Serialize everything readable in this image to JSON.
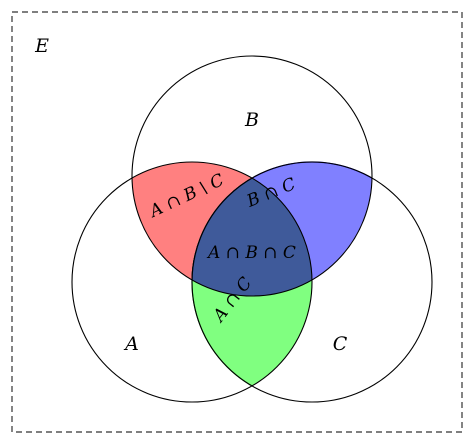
{
  "universe_label": "E",
  "sets": {
    "a": {
      "label": "A"
    },
    "b": {
      "label": "B"
    },
    "c": {
      "label": "C"
    }
  },
  "regions": {
    "ab_minus_c": {
      "label": "A ∩ B \\ C",
      "color": "#ff8080"
    },
    "b_and_c": {
      "label": "B ∩ C",
      "color": "#8080ff"
    },
    "a_and_c": {
      "label": "A ∩ C",
      "color": "#80ff80"
    },
    "a_b_c": {
      "label": "A ∩ B ∩ C",
      "color": "#3f5a9a"
    }
  },
  "colors": {
    "outline": "#000000",
    "frame": "#333333",
    "blue_edge": "#1a1aa6",
    "green_edge": "#1f9e1f"
  }
}
